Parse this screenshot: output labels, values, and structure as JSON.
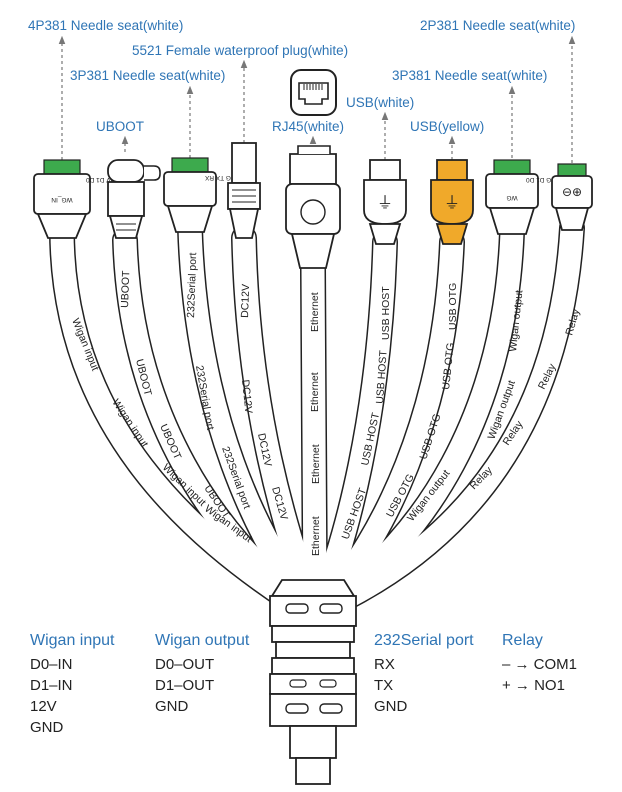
{
  "callouts": {
    "p4_381_white": "4P381 Needle seat(white)",
    "p2_381_white": "2P381 Needle seat(white)",
    "plug_5521": "5521 Female waterproof plug(white)",
    "p3_381_left": "3P381 Needle seat(white)",
    "p3_381_right": "3P381 Needle seat(white)",
    "uboot": "UBOOT",
    "rj45": "RJ45(white)",
    "usb_white": "USB(white)",
    "usb_yellow": "USB(yellow)"
  },
  "connector_pins": {
    "wiegand_in_pins": "G 12V D1 D0",
    "wiegand_in_name": "WG_IN",
    "serial_pins": "G TX RX",
    "wiegand_out_pins": "G D1 D0",
    "wiegand_out_name": "WG",
    "relay_pins": "⊖⊕"
  },
  "wire_labels": {
    "wiegand_input": "Wigan input",
    "uboot": "UBOOT",
    "serial": "232Serial port",
    "dc12v": "DC12V",
    "ethernet": "Ethernet",
    "usb_host": "USB HOST",
    "usb_otg": "USB OTG",
    "wiegand_output": "Wigan output",
    "relay": "Relay"
  },
  "legend": {
    "wiegand_input": {
      "title": "Wigan input",
      "items": [
        "D0–IN",
        "D1–IN",
        "12V",
        "GND"
      ]
    },
    "wiegand_output": {
      "title": "Wigan output",
      "items": [
        "D0–OUT",
        "D1–OUT",
        "GND"
      ]
    },
    "serial": {
      "title": "232Serial port",
      "items": [
        "RX",
        "TX",
        "GND"
      ]
    },
    "relay": {
      "title": "Relay",
      "items": [
        "– → COM1",
        "+ → NO1"
      ]
    }
  },
  "colors": {
    "callout_text": "#2f75b5",
    "pin_green": "#3daa4d",
    "usb_yellow": "#f0a92a",
    "line": "#222222"
  }
}
